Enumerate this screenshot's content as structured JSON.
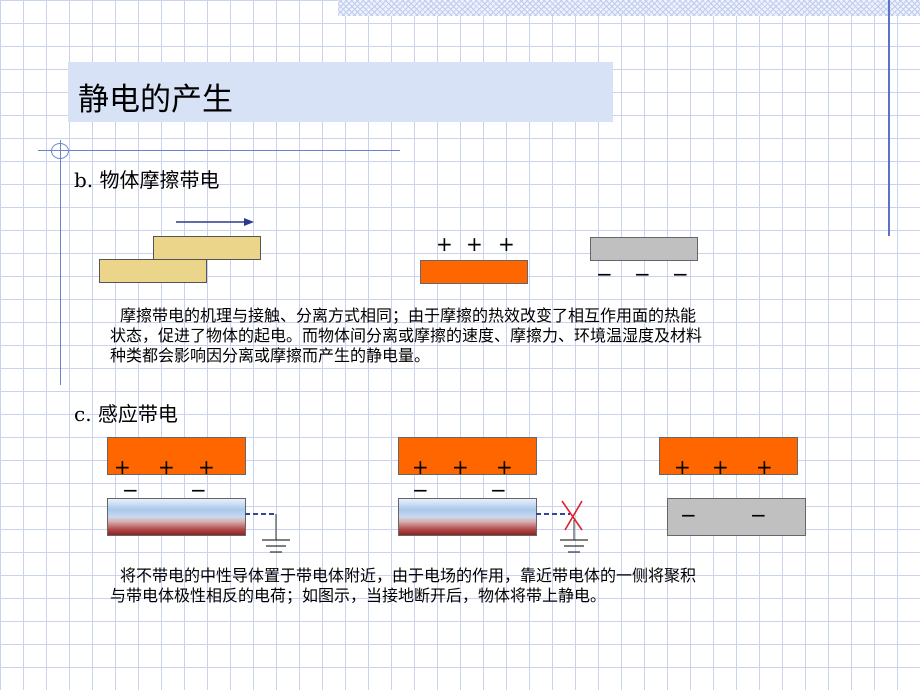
{
  "title": "静电的产生",
  "friction": {
    "heading": "b. 物体摩擦带电",
    "plus_signs": [
      "+",
      "+",
      "+"
    ],
    "minus_signs": [
      "−",
      "−",
      "−"
    ],
    "paragraph_lines": [
      "摩擦带电的机理与接触、分离方式相同；由于摩擦的热效改变了相互作用面的热能",
      "状态，促进了物体的起电。而物体间分离或摩擦的速度、摩擦力、环境温湿度及材料",
      "种类都会影响因分离或摩擦而产生的静电量。"
    ]
  },
  "induction": {
    "heading": "c. 感应带电",
    "plus_signs": [
      "+",
      "+",
      "+"
    ],
    "minus_signs_pair": [
      "−",
      "−"
    ],
    "paragraph_lines": [
      "将不带电的中性导体置于带电体附近，由于电场的作用，靠近带电体的一侧将聚积",
      "与带电体极性相反的电荷；如图示，当接地断开后，物体将带上静电。"
    ]
  },
  "colors": {
    "title_bg": "#d7e2f7",
    "orange": "#ff6600",
    "yellow": "#ead58a",
    "gray": "#c0c0c0",
    "arrow": "#2b3a8c",
    "ground_wire": "#334499",
    "cross": "#e0202a"
  }
}
